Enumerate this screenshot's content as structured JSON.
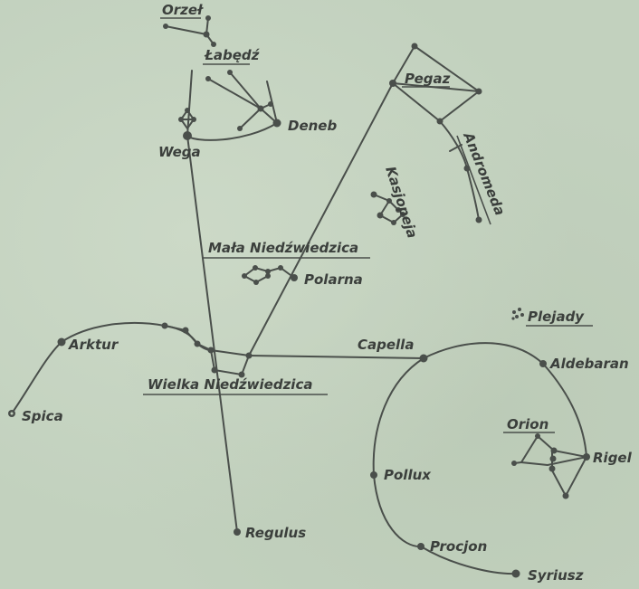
{
  "star_map": {
    "colors": {
      "background": "#c2d1be",
      "ink": "#3b3f3c"
    },
    "constellations": {
      "orzel": "Orzeł",
      "labedz": "Łabędź",
      "pegaz": "Pegaz",
      "andromeda": "Andromeda",
      "kasjopeja": "Kasjopeja",
      "mala_niedzwiedzica": "Mała Niedźwiedzica",
      "wielka_niedzwiedzica": "Wielka Niedźwiedzica",
      "plejady": "Plejady",
      "orion": "Orion"
    },
    "stars": {
      "deneb": "Deneb",
      "wega": "Wega",
      "polarna": "Polarna",
      "arktur": "Arktur",
      "spica": "Spica",
      "capella": "Capella",
      "aldebaran": "Aldebaran",
      "rigel": "Rigel",
      "pollux": "Pollux",
      "regulus": "Regulus",
      "procjon": "Procjon",
      "syriusz": "Syriusz"
    }
  }
}
